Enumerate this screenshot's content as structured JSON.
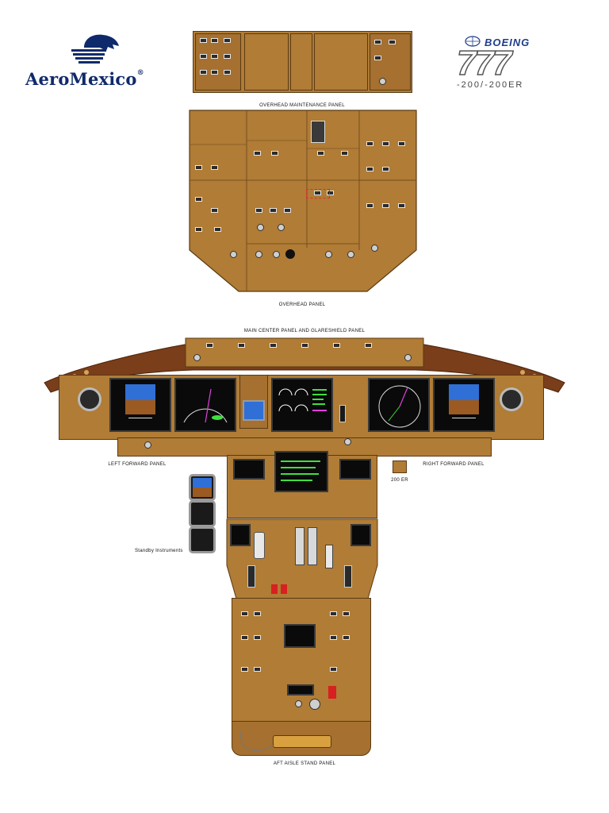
{
  "branding": {
    "airline_name": "AeroMexico",
    "airline_mark": "®",
    "manufacturer": "BOEING",
    "model": "777",
    "variants": "-200/-200ER"
  },
  "panel_labels": {
    "overhead_maintenance": "OVERHEAD MAINTENANCE PANEL",
    "overhead": "OVERHEAD PANEL",
    "main_center_glareshield": "MAIN CENTER PANEL AND GLARESHIELD PANEL",
    "left_forward": "LEFT FORWARD PANEL",
    "right_forward": "RIGHT FORWARD PANEL",
    "variant_200er": "200 ER",
    "standby_instruments": "Standby Instruments",
    "aft_aisle_stand": "AFT AISLE STAND PANEL"
  },
  "colors": {
    "panel_tan": "#b07c36",
    "panel_edge": "#5a3a12",
    "glareshield_brown": "#7a3e1a",
    "display_black": "#0a0a0a",
    "brand_blue": "#0f2a6b",
    "attitude_sky": "#2f6fd6",
    "attitude_ground": "#9a5a22",
    "accent_magenta": "#e040e0",
    "accent_green": "#3fe03f",
    "accent_red": "#d82020"
  },
  "icons": {
    "airline_logo": "eagle-knight-icon",
    "manufacturer_logo": "boeing-globe-icon"
  }
}
